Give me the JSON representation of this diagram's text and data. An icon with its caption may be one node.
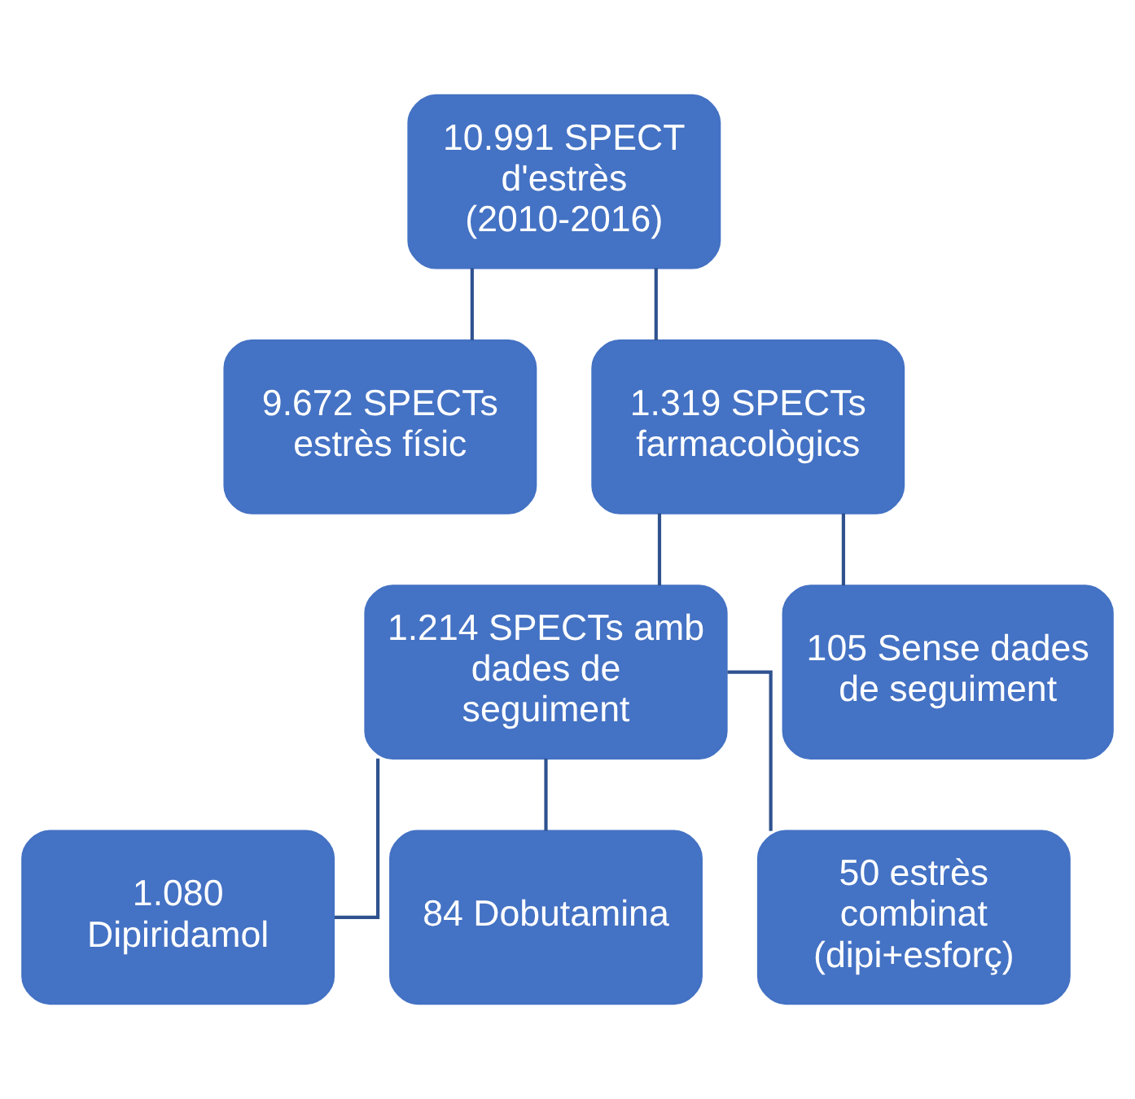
{
  "diagram": {
    "nodes": [
      {
        "text": [
          "10.991 SPECT d'estrès",
          "(2010-2016)"
        ]
      },
      {
        "text": [
          "9.672 SPECTs estrès físic"
        ]
      },
      {
        "text": [
          "1.319 SPECTs farmacològics"
        ]
      },
      {
        "text": [
          "1.214 SPECTs amb dades de seguiment"
        ]
      },
      {
        "text": [
          "105 Sense dades de seguiment"
        ]
      },
      {
        "text": [
          "1.080 Dipiridamol"
        ]
      },
      {
        "text": [
          "84 Dobutamina"
        ]
      },
      {
        "text": [
          "50 estrès combinat (dipi+esforç)"
        ]
      }
    ],
    "edges": [
      {
        "from": 0,
        "to": 1,
        "arrow": "none"
      },
      {
        "from": 0,
        "to": 2,
        "arrow": "none"
      },
      {
        "from": 2,
        "to": 3,
        "arrow": "none"
      },
      {
        "from": 2,
        "to": 4,
        "arrow": "none"
      },
      {
        "from": 3,
        "to": 5,
        "arrow": "none"
      },
      {
        "from": 3,
        "to": 6,
        "arrow": "none"
      },
      {
        "from": 3,
        "to": 7,
        "arrow": "none"
      }
    ]
  }
}
